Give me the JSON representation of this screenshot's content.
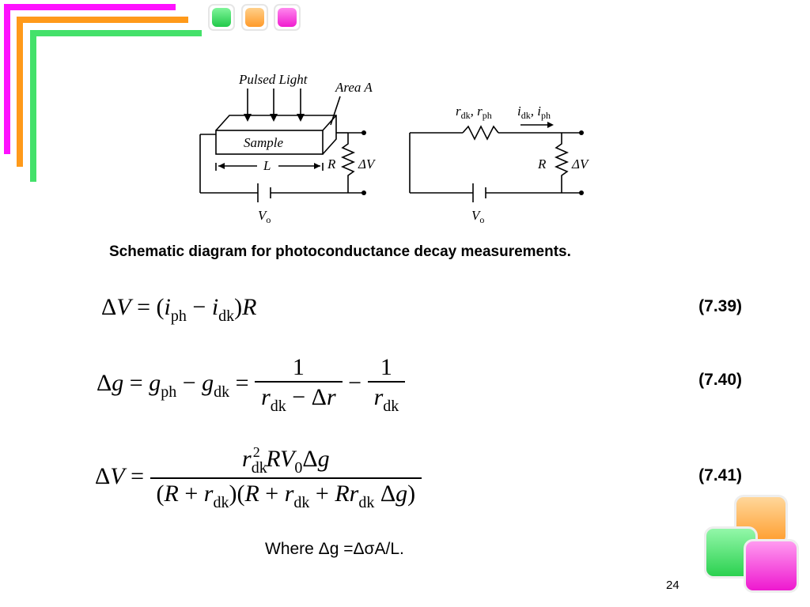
{
  "diagram": {
    "left": {
      "pulsed_light": "Pulsed Light",
      "area": "Area A",
      "sample": "Sample",
      "length": "L",
      "resistor": "R",
      "delta_v": "ΔV",
      "source": "V",
      "source_sub": "o"
    },
    "right": {
      "r_label": "r",
      "r_sub1": "dk",
      "r_sep": ", r",
      "r_sub2": "ph",
      "i_label": "i",
      "i_sub1": "dk",
      "i_sep": ", i",
      "i_sub2": "ph",
      "resistor": "R",
      "delta_v": "ΔV",
      "source": "V",
      "source_sub": "o"
    }
  },
  "caption": "Schematic diagram for photoconductance decay measurements.",
  "equations": [
    {
      "number": "(7.39)"
    },
    {
      "number": "(7.40)"
    },
    {
      "number": "(7.41)"
    }
  ],
  "where_text": "Where Δg =ΔσA/L.",
  "page_number": "24",
  "colors": {
    "magenta": "#ff00ff",
    "orange": "#ff9900",
    "green": "#33dd66"
  }
}
